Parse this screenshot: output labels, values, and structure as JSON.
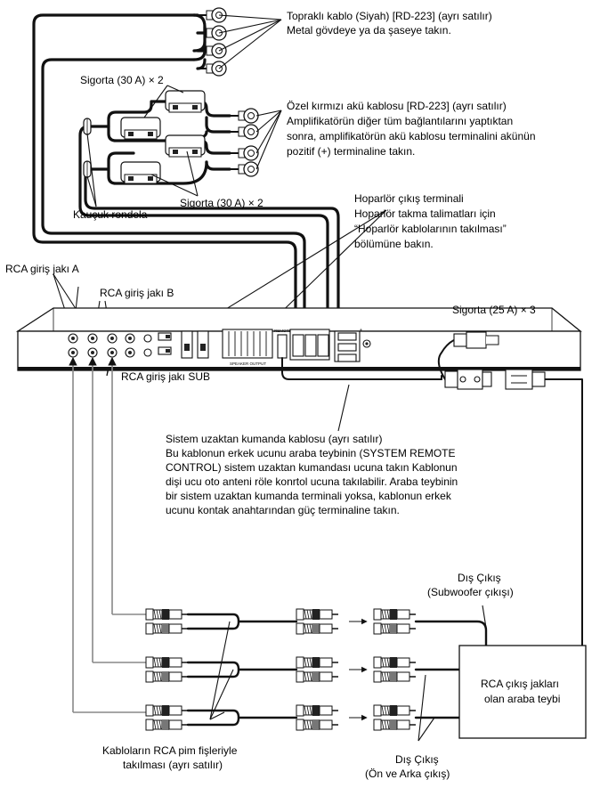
{
  "labels": {
    "ground_1": "Topraklı kablo (Siyah) [RD-223] (ayrı satılır)",
    "ground_2": "Metal gövdeye ya da şaseye takın.",
    "fuse_top": "Sigorta (30 A) × 2",
    "battery_1": "Özel kırmızı akü kablosu [RD-223] (ayrı satılır)",
    "battery_2": "Amplifikatörün diğer tüm bağlantılarını yaptıktan",
    "battery_3": "sonra, amplifikatörün akü kablosu terminalini akünün",
    "battery_4": "pozitif (+) terminaline takın.",
    "fuse_mid": "Sigorta (30 A) × 2",
    "grommet": "Kauçuk rondela",
    "speaker_1": "Hoparlör çıkış terminali",
    "speaker_2": "Hoparlör takma talimatları için",
    "speaker_3": "“Hoparlör kablolarının takılması”",
    "speaker_4": "bölümüne bakın.",
    "rca_a": "RCA giriş jakı A",
    "rca_b": "RCA giriş jakı B",
    "fuse_25": "Sigorta (25 A) × 3",
    "rca_sub": "RCA giriş jakı SUB",
    "remote_1": "Sistem uzaktan kumanda kablosu (ayrı satılır)",
    "remote_2": "Bu kablonun erkek ucunu araba teybinin (SYSTEM REMOTE",
    "remote_3": "CONTROL) sistem uzaktan kumandası ucuna takın Kablonun",
    "remote_4": "dişi ucu oto anteni röle konrtol ucuna takılabilir. Araba teybinin",
    "remote_5": "bir sistem uzaktan kumanda terminali yoksa, kablonun erkek",
    "remote_6": "ucunu kontak anahtarından güç terminaline takın.",
    "sub_out_1": "Dış Çıkış",
    "sub_out_2": "(Subwoofer çıkışı)",
    "head_unit_1": "RCA çıkış jakları",
    "head_unit_2": "olan araba teybi",
    "rca_cable_1": "Kabloların RCA pim fişleriyle",
    "rca_cable_2": "takılması (ayrı satılır)",
    "fr_out_1": "Dış Çıkış",
    "fr_out_2": "(Ön ve Arka çıkış)"
  },
  "amp_panel": {
    "speaker_output": "SPEAKER OUTPUT",
    "remote": "REMOTE"
  }
}
